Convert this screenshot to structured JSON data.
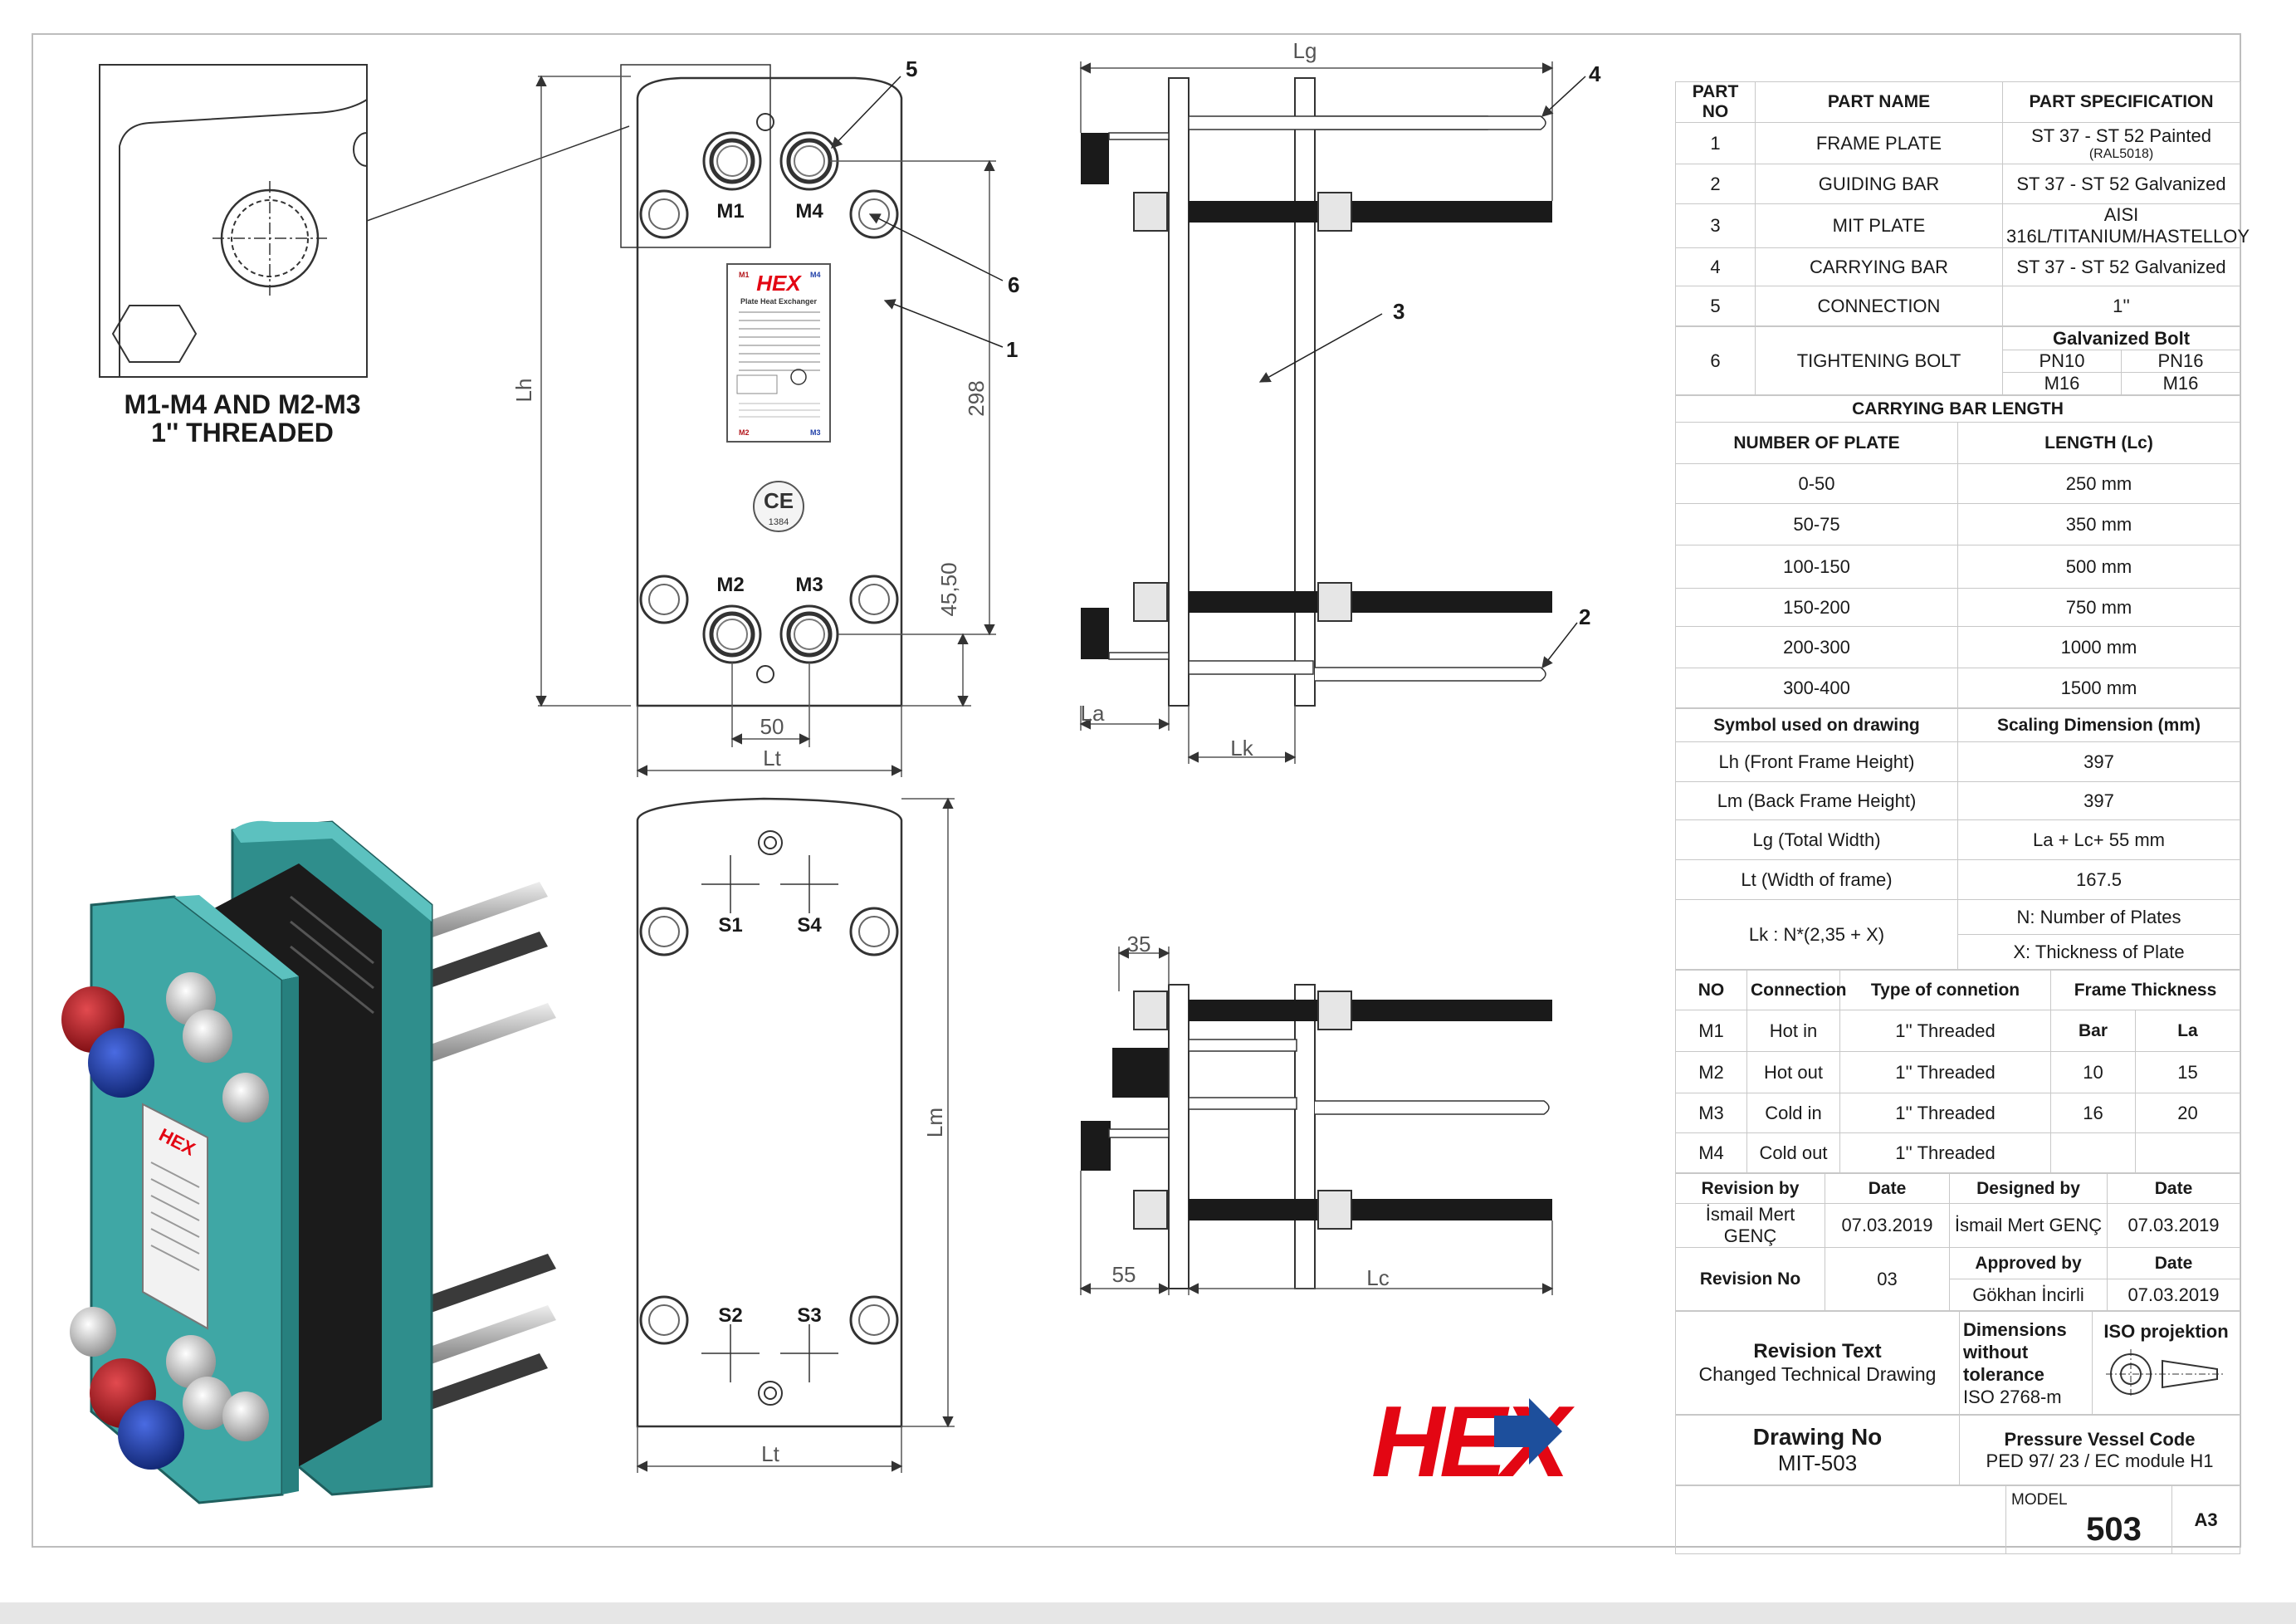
{
  "detail": {
    "caption_line1": "M1-M4 AND M2-M3",
    "caption_line2": "1'' THREADED"
  },
  "front_view": {
    "ports": {
      "m1": "M1",
      "m2": "M2",
      "m3": "M3",
      "m4": "M4"
    },
    "dims": {
      "lh": "Lh",
      "d298": "298",
      "d4550": "45,50",
      "d50": "50",
      "lt": "Lt"
    },
    "callouts": {
      "c1": "1",
      "c5": "5",
      "c6": "6"
    },
    "nameplate": {
      "brand": "HEX",
      "title": "Plate Heat Exchanger",
      "ce": "CE",
      "ce_no": "1384",
      "m1": "M1",
      "m2": "M2",
      "m3": "M3",
      "m4": "M4"
    }
  },
  "back_view": {
    "ports": {
      "s1": "S1",
      "s2": "S2",
      "s3": "S3",
      "s4": "S4"
    },
    "dims": {
      "lm": "Lm",
      "lt": "Lt"
    }
  },
  "side_view_top": {
    "dims": {
      "lg": "Lg",
      "la": "La",
      "lk": "Lk"
    },
    "callouts": {
      "c2": "2",
      "c3": "3",
      "c4": "4"
    }
  },
  "side_view_bottom": {
    "dims": {
      "d35": "35",
      "d55": "55",
      "lc": "Lc"
    }
  },
  "logo_text": "HEX",
  "parts_table": {
    "headers": {
      "no": "PART NO",
      "name": "PART NAME",
      "spec": "PART SPECIFICATION"
    },
    "rows": [
      {
        "no": "1",
        "name": "FRAME PLATE",
        "spec": "ST 37 - ST 52 Painted",
        "spec_note": "(RAL5018)"
      },
      {
        "no": "2",
        "name": "GUIDING BAR",
        "spec": "ST 37 - ST 52 Galvanized"
      },
      {
        "no": "3",
        "name": "MIT PLATE",
        "spec": "AISI 316L/TITANIUM/HASTELLOY"
      },
      {
        "no": "4",
        "name": "CARRYING BAR",
        "spec": "ST 37 - ST 52 Galvanized"
      },
      {
        "no": "5",
        "name": "CONNECTION",
        "spec": "1''"
      }
    ],
    "bolt_row": {
      "no": "6",
      "name": "TIGHTENING BOLT",
      "head": "Galvanized Bolt",
      "pn10": "PN10",
      "pn16": "PN16",
      "m16a": "M16",
      "m16b": "M16"
    }
  },
  "carrying_bar": {
    "title": "CARRYING BAR LENGTH",
    "h_num": "NUMBER OF PLATE",
    "h_len": "LENGTH (Lc)",
    "rows": [
      {
        "n": "0-50",
        "l": "250 mm"
      },
      {
        "n": "50-75",
        "l": "350 mm"
      },
      {
        "n": "100-150",
        "l": "500 mm"
      },
      {
        "n": "150-200",
        "l": "750 mm"
      },
      {
        "n": "200-300",
        "l": "1000 mm"
      },
      {
        "n": "300-400",
        "l": "1500 mm"
      }
    ]
  },
  "scaling": {
    "h_sym": "Symbol used on drawing",
    "h_dim": "Scaling Dimension (mm)",
    "rows": [
      {
        "s": "Lh (Front Frame Height)",
        "d": "397"
      },
      {
        "s": "Lm (Back Frame Height)",
        "d": "397"
      },
      {
        "s": "Lg (Total Width)",
        "d": "La + Lc+ 55 mm"
      },
      {
        "s": "Lt (Width of frame)",
        "d": "167.5"
      }
    ],
    "lk": {
      "s": "Lk : N*(2,35 + X)",
      "d1": "N: Number of Plates",
      "d2": "X: Thickness of Plate"
    }
  },
  "connections": {
    "h_no": "NO",
    "h_conn": "Connection",
    "h_type": "Type of connetion",
    "h_frame": "Frame Thickness",
    "h_bar": "Bar",
    "h_la": "La",
    "rows": [
      {
        "no": "M1",
        "c": "Hot in",
        "t": "1'' Threaded"
      },
      {
        "no": "M2",
        "c": "Hot out",
        "t": "1'' Threaded"
      },
      {
        "no": "M3",
        "c": "Cold in",
        "t": "1'' Threaded"
      },
      {
        "no": "M4",
        "c": "Cold out",
        "t": "1'' Threaded"
      }
    ],
    "frame": [
      {
        "bar": "10",
        "la": "15"
      },
      {
        "bar": "16",
        "la": "20"
      }
    ]
  },
  "title_block": {
    "rev_by_label": "Revision by",
    "rev_by": "İsmail Mert GENÇ",
    "date_label": "Date",
    "rev_date": "07.03.2019",
    "designed_label": "Designed by",
    "designed_by": "İsmail Mert GENÇ",
    "designed_date": "07.03.2019",
    "rev_no_label": "Revision No",
    "rev_no": "03",
    "approved_label": "Approved by",
    "approved_by": "Gökhan İncirli",
    "approved_date": "07.03.2019",
    "rev_text_label": "Revision Text",
    "rev_text": "Changed Technical Drawing",
    "dim_tol_1": "Dimensions",
    "dim_tol_2": "without",
    "dim_tol_3": "tolerance",
    "dim_tol_std": "ISO 2768-m",
    "iso_label": "ISO projektion",
    "drawing_no_label": "Drawing No",
    "drawing_no": "MIT-503",
    "pvc_label": "Pressure Vessel Code",
    "pvc": "PED 97/ 23 / EC module H1",
    "model_label": "MODEL",
    "model": "503",
    "size": "A3"
  },
  "colors": {
    "frame_teal": "#3fa7a5",
    "hot": "#b3161c",
    "cold": "#1f3fa8",
    "logo_red": "#e30613",
    "logo_blue": "#1d4f9c"
  }
}
